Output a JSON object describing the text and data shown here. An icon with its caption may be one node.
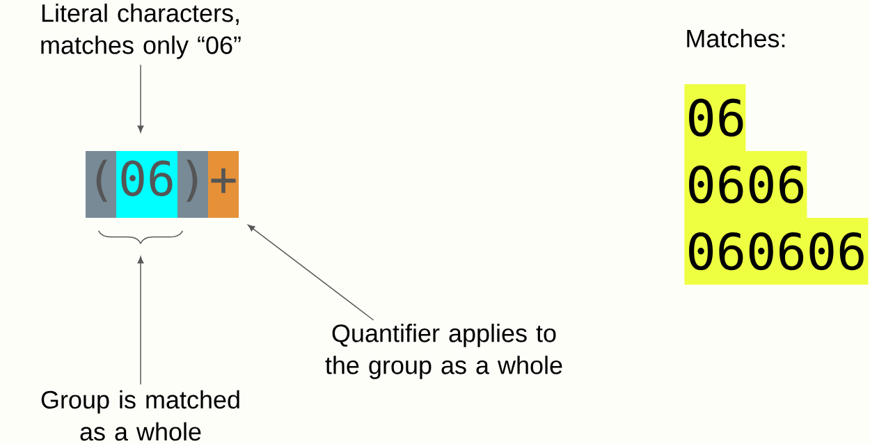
{
  "diagram": {
    "nodes": [
      {
        "text": [
          "Literal characters, matches only “06”"
        ]
      },
      {
        "text": [
          "("
        ]
      },
      {
        "text": [
          "06"
        ]
      },
      {
        "text": [
          ")"
        ]
      },
      {
        "text": [
          "+"
        ]
      },
      {
        "text": [],
        "shape": "brace"
      },
      {
        "text": [
          "Quantifier applies to the group as a whole"
        ]
      },
      {
        "text": [
          "Group is matched as a whole"
        ]
      },
      {
        "text": [
          "06"
        ]
      },
      {
        "text": [
          "0606"
        ]
      },
      {
        "text": [
          "060606"
        ]
      }
    ],
    "edges": [
      {
        "from": 0,
        "to": 2,
        "arrow": "to"
      },
      {
        "from": 7,
        "to": 5,
        "arrow": "to"
      },
      {
        "from": 6,
        "to": 4,
        "arrow": "to"
      }
    ],
    "labels": [
      "Matches:"
    ]
  }
}
